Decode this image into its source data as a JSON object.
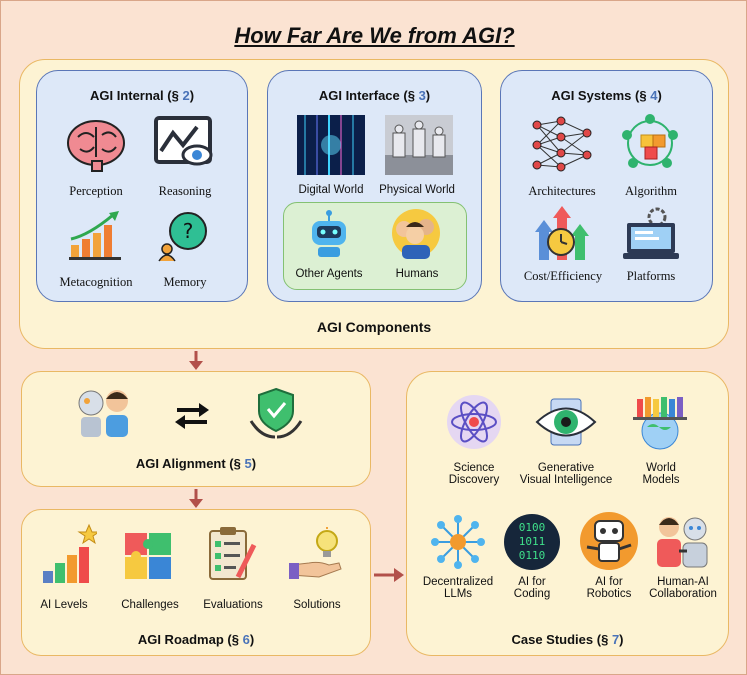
{
  "title": "How Far Are We from AGI?",
  "components": {
    "caption": "AGI Components",
    "internal": {
      "title": "AGI Internal (§",
      "ref": "2",
      "close": ")",
      "items": [
        "Perception",
        "Reasoning",
        "Metacognition",
        "Memory"
      ]
    },
    "interface": {
      "title": "AGI Interface (§",
      "ref": "3",
      "close": ")",
      "items": [
        "Digital World",
        "Physical World",
        "Other Agents",
        "Humans"
      ]
    },
    "systems": {
      "title": "AGI Systems (§",
      "ref": "4",
      "close": ")",
      "items": [
        "Architectures",
        "Algorithm",
        "Cost/Efficiency",
        "Platforms"
      ]
    }
  },
  "alignment": {
    "title": "AGI Alignment (§",
    "ref": "5",
    "close": ")"
  },
  "roadmap": {
    "title": "AGI Roadmap (§",
    "ref": "6",
    "close": ")",
    "items": [
      "AI Levels",
      "Challenges",
      "Evaluations",
      "Solutions"
    ]
  },
  "cases": {
    "title": "Case Studies (§",
    "ref": "7",
    "close": ")",
    "items": [
      [
        "Science",
        "Discovery"
      ],
      [
        "Generative",
        "Visual Intelligence"
      ],
      [
        "World",
        "Models"
      ],
      [
        "Decentralized",
        "LLMs"
      ],
      [
        "AI for",
        "Coding"
      ],
      [
        "AI for",
        "Robotics"
      ],
      [
        "Human-AI",
        "Collaboration"
      ]
    ]
  },
  "colors": {
    "arrow": "#b2504a",
    "accent_ref": "#4a73b8"
  }
}
